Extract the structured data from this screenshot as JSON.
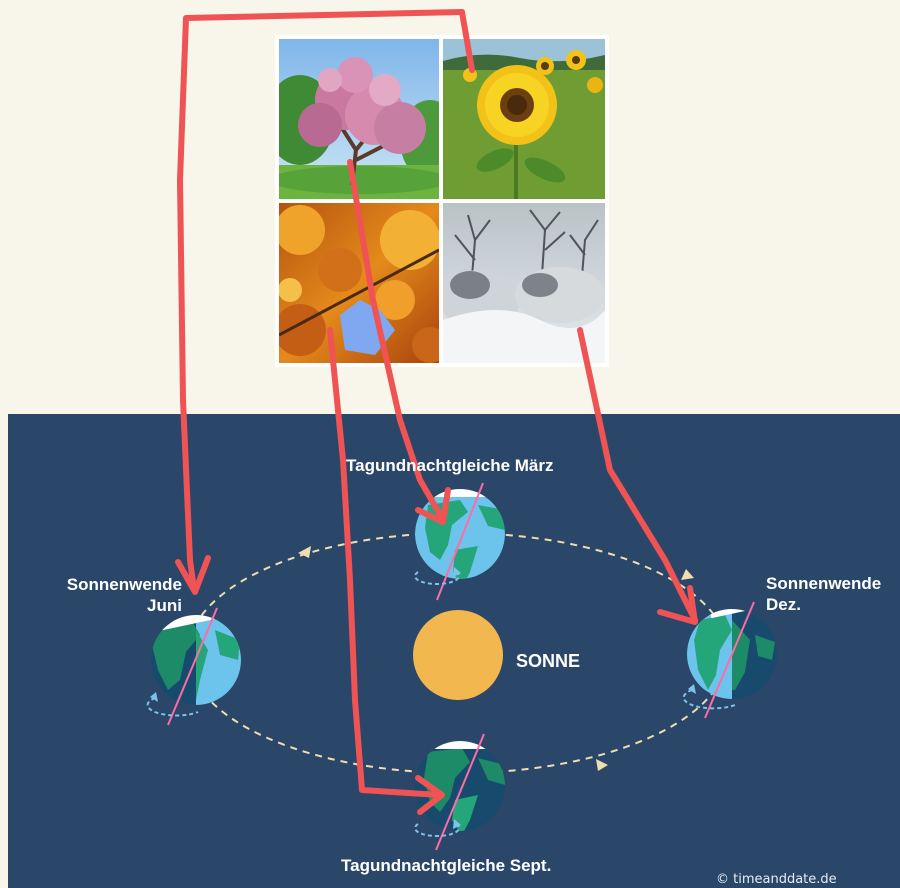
{
  "labels": {
    "march_equinox": "Tagundnachtgleiche März",
    "september_equinox": "Tagundnachtgleiche Sept.",
    "june_solstice_line1": "Sonnenwende",
    "june_solstice_line2": "Juni",
    "december_solstice_line1": "Sonnenwende",
    "december_solstice_line2": "Dez.",
    "sun": "SONNE"
  },
  "credit": "© timeanddate.de",
  "seasons": [
    {
      "name": "spring-photo",
      "depicts": "blossoming tree"
    },
    {
      "name": "summer-photo",
      "depicts": "sunflowers"
    },
    {
      "name": "autumn-photo",
      "depicts": "orange autumn leaves"
    },
    {
      "name": "winter-photo",
      "depicts": "snowy trees"
    }
  ],
  "colors": {
    "page_background": "#f8f5ea",
    "diagram_background": "#2a476a",
    "orbit": "#f0deb0",
    "sun": "#f2b74f",
    "ocean": "#6cc3ec",
    "land": "#25a67a",
    "night_side": "#174a6c",
    "annotation_arrow": "#f05353"
  }
}
